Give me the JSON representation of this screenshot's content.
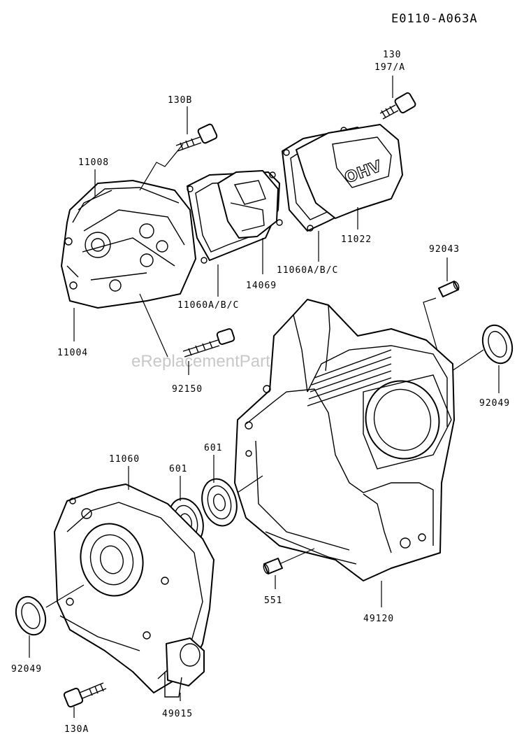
{
  "diagram_code": "E0110-A063A",
  "watermark": "eReplacementParts.com",
  "callouts": {
    "p130": "130",
    "p197a": "197/A",
    "p130b": "130B",
    "p11008": "11008",
    "p11004": "11004",
    "p11060a_left": "11060A/B/C",
    "p14069": "14069",
    "p11060a_right": "11060A/B/C",
    "p11022": "11022",
    "p92043": "92043",
    "p92150": "92150",
    "p92049_right": "92049",
    "p11060": "11060",
    "p601_left": "601",
    "p601_right": "601",
    "p551": "551",
    "p49120": "49120",
    "p92049_left": "92049",
    "p49015": "49015",
    "p130a": "130A"
  }
}
